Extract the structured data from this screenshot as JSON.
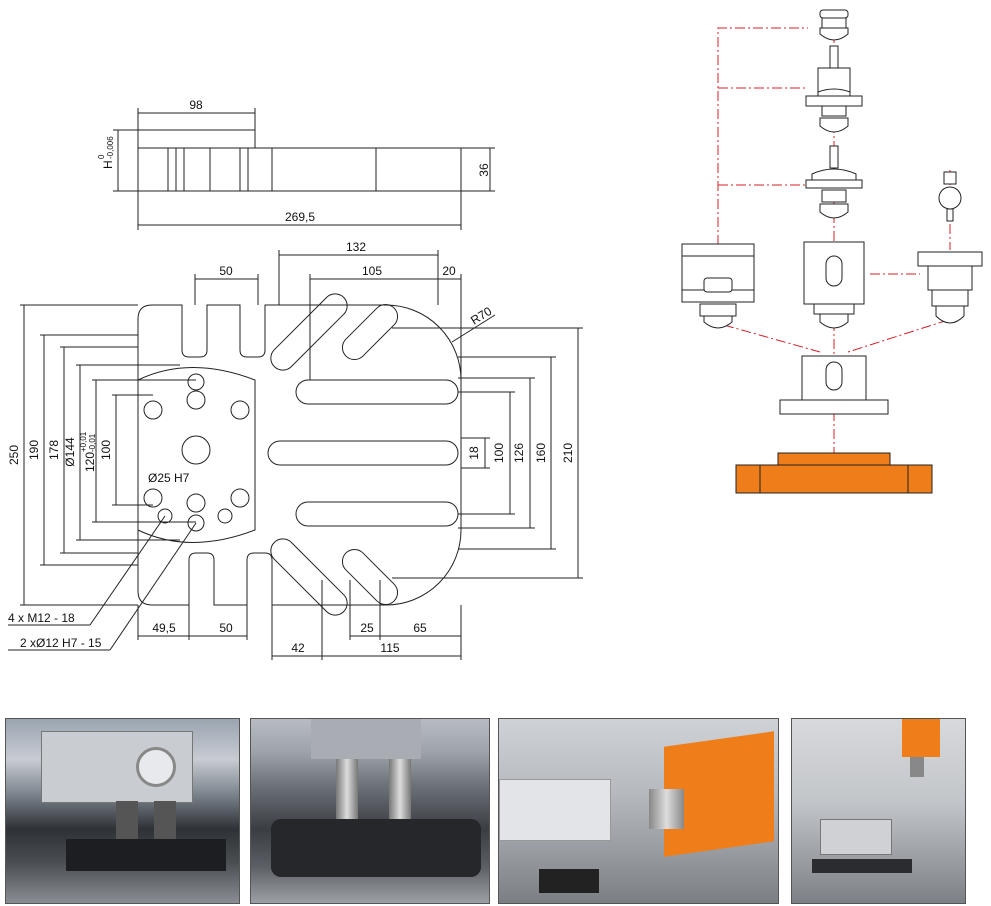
{
  "top_view": {
    "dim_width": "98",
    "dim_length": "269,5",
    "dim_height": "36",
    "dim_h_tol_label": "H",
    "dim_h_tol_upper": "0",
    "dim_h_tol_lower": "-0,006"
  },
  "plan_view": {
    "dim_132": "132",
    "dim_105": "105",
    "dim_50_top": "50",
    "dim_20": "20",
    "radius": "R70",
    "dim_250": "250",
    "dim_190": "190",
    "dim_178": "178",
    "dim_144": "Ø144",
    "dim_120": "120",
    "dim_120_tol_upper": "+0,01",
    "dim_120_tol_lower": "-0,01",
    "dim_100_left": "100",
    "bore": "Ø25 H7",
    "dim_18": "18",
    "dim_100_right": "100",
    "dim_126": "126",
    "dim_160": "160",
    "dim_210": "210",
    "note_threads": "4 x M12 - 18",
    "note_pins": "2 xØ12 H7 - 15",
    "dim_49_5": "49,5",
    "dim_50_bottom": "50",
    "dim_42": "42",
    "dim_25": "25",
    "dim_65": "65",
    "dim_115": "115"
  },
  "colors": {
    "accent_orange": "#ee7d1a",
    "centerline_red": "#d0202a",
    "line": "#222222"
  },
  "photos": [
    {
      "name": "photo-machine-bed-fixture"
    },
    {
      "name": "photo-dual-clamp-closeup"
    },
    {
      "name": "photo-orange-spindle-head"
    },
    {
      "name": "photo-machining-center"
    }
  ]
}
